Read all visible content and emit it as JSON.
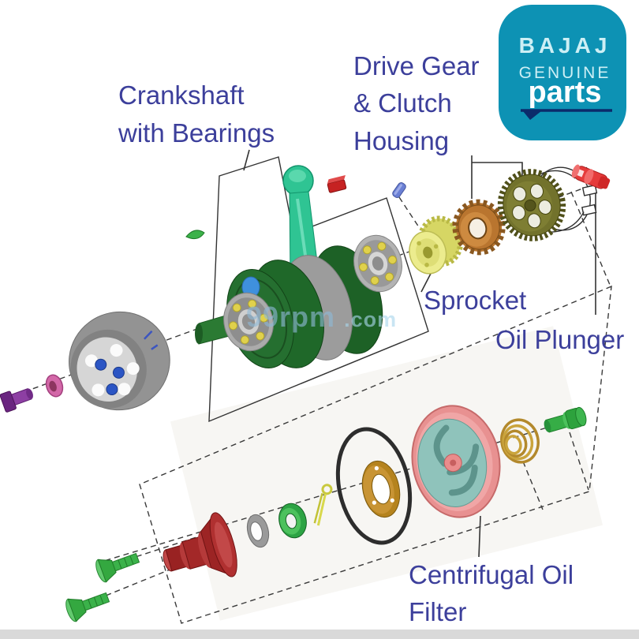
{
  "labels": {
    "crankshaft": {
      "line1": "Crankshaft",
      "line2": "with Bearings"
    },
    "drive_gear": {
      "line1": "Drive Gear",
      "line2": "& Clutch",
      "line3": "Housing"
    },
    "sprocket": "Sprocket",
    "oil_plunger": "Oil Plunger",
    "oil_filter": {
      "line1": "Centrifugal Oil",
      "line2": "Filter"
    }
  },
  "logo": {
    "brand": "BAJAJ",
    "genuine": "GENUINE",
    "parts": "parts"
  },
  "watermark": {
    "name": "99rpm",
    "domain": ".com"
  },
  "colors": {
    "label_text": "#3c3f9b",
    "logo_background": "#0d92b4",
    "logo_brand_text": "#cdeff5",
    "logo_parts_text": "#ffffff",
    "logo_underline": "#0b2b6b",
    "watermark_name": "#8fb9d6",
    "watermark_domain": "#a9d6ec",
    "bottom_bar": "#d9d9d9"
  }
}
